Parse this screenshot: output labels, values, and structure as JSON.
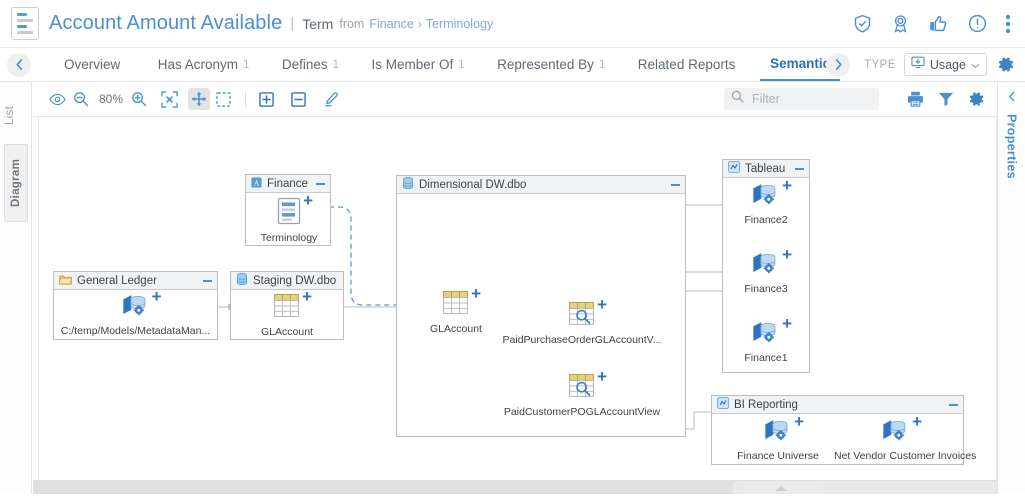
{
  "header": {
    "app_icon": "document-icon",
    "title": "Account Amount Available",
    "divider": "|",
    "object_type": "Term",
    "from_word": "from",
    "breadcrumb_root": "Finance",
    "breadcrumb_sep": "›",
    "breadcrumb_leaf": "Terminology",
    "actions": [
      {
        "name": "shield-check-icon",
        "label": "Certify"
      },
      {
        "name": "award-ribbon-icon",
        "label": "Endorse"
      },
      {
        "name": "thumbs-up-icon",
        "label": "Like"
      },
      {
        "name": "alert-circle-icon",
        "label": "Issue"
      },
      {
        "name": "more-vertical-icon",
        "label": "More"
      }
    ],
    "accent": "#4a8fd0"
  },
  "tabs": {
    "back_label": "Back",
    "forward_label": "Forward",
    "items": [
      {
        "label": "Overview",
        "count": "",
        "active": false
      },
      {
        "label": "Has Acronym",
        "count": "1",
        "active": false
      },
      {
        "label": "Defines",
        "count": "1",
        "active": false
      },
      {
        "label": "Is Member Of",
        "count": "1",
        "active": false
      },
      {
        "label": "Represented By",
        "count": "1",
        "active": false
      },
      {
        "label": "Related Reports",
        "count": "",
        "active": false
      },
      {
        "label": "Semantic",
        "count": "",
        "active": true
      }
    ],
    "type_label": "TYPE",
    "type_value": "Usage",
    "settings_label": "Settings"
  },
  "left_rail": {
    "items": [
      {
        "label": "List",
        "active": false
      },
      {
        "label": "Diagram",
        "active": true
      }
    ]
  },
  "right_rail": {
    "label": "Properties",
    "collapse_icon": "chevron-left-icon"
  },
  "toolbar": {
    "items": [
      {
        "name": "eye-icon",
        "label": "Show/Hide"
      },
      {
        "name": "zoom-out-icon",
        "label": "Zoom Out"
      },
      {
        "name": "zoom-level-label",
        "label": "80%"
      },
      {
        "name": "zoom-in-icon",
        "label": "Zoom In"
      },
      {
        "name": "fit-to-screen-icon",
        "label": "Fit To Screen"
      },
      {
        "name": "pan-tool-icon",
        "label": "Pan"
      },
      {
        "name": "marquee-select-icon",
        "label": "Select Region"
      },
      {
        "name": "expand-all-icon",
        "label": "Expand All"
      },
      {
        "name": "collapse-all-icon",
        "label": "Collapse All"
      },
      {
        "name": "highlighter-icon",
        "label": "Highlight"
      }
    ],
    "zoom_level": "80%",
    "filter_placeholder": "Filter",
    "filter_value": "",
    "right_items": [
      {
        "name": "print-icon",
        "label": "Print"
      },
      {
        "name": "filter-funnel-icon",
        "label": "Filter"
      },
      {
        "name": "gear-icon",
        "label": "Diagram Settings"
      }
    ]
  },
  "diagram": {
    "groups": [
      {
        "id": "finance",
        "title": "Finance",
        "icon": "glossary-a-icon"
      },
      {
        "id": "dimensional",
        "title": "Dimensional DW.dbo",
        "icon": "database-icon"
      },
      {
        "id": "tableau",
        "title": "Tableau",
        "icon": "report-icon"
      },
      {
        "id": "general_ledger",
        "title": "General Ledger",
        "icon": "folder-icon"
      },
      {
        "id": "staging",
        "title": "Staging DW.dbo",
        "icon": "database-icon"
      },
      {
        "id": "bi_reporting",
        "title": "BI Reporting",
        "icon": "report-icon"
      }
    ],
    "nodes": [
      {
        "id": "terminology",
        "label": "Terminology",
        "icon": "term-document-icon",
        "badge": "+"
      },
      {
        "id": "metadata_path",
        "label": "C:/temp/Models/MetadataMan...",
        "icon": "database-gear-icon",
        "badge": "+"
      },
      {
        "id": "staging_glaccount",
        "label": "GLAccount",
        "icon": "table-icon",
        "badge": "+"
      },
      {
        "id": "dim_glaccount",
        "label": "GLAccount",
        "icon": "table-icon",
        "badge": "+"
      },
      {
        "id": "paid_po_view",
        "label": "PaidPurchaseOrderGLAccountV...",
        "icon": "view-icon",
        "badge": "+"
      },
      {
        "id": "paid_cust_view",
        "label": "PaidCustomerPOGLAccountView",
        "icon": "view-icon",
        "badge": "+"
      },
      {
        "id": "finance2",
        "label": "Finance2",
        "icon": "database-gear-icon",
        "badge": "+"
      },
      {
        "id": "finance3",
        "label": "Finance3",
        "icon": "database-gear-icon",
        "badge": "+"
      },
      {
        "id": "finance1",
        "label": "Finance1",
        "icon": "database-gear-icon",
        "badge": "+"
      },
      {
        "id": "finance_universe",
        "label": "Finance Universe",
        "icon": "database-gear-icon",
        "badge": "+"
      },
      {
        "id": "net_vendor",
        "label": "Net Vendor Customer Invoices",
        "icon": "database-gear-icon",
        "badge": "+"
      }
    ],
    "minimize_label": "—",
    "edge_color": "#b9bcbe",
    "semantic_edge_color": "#5a9ad0"
  },
  "scrollbar": {
    "name": "horizontal-scrollbar"
  }
}
